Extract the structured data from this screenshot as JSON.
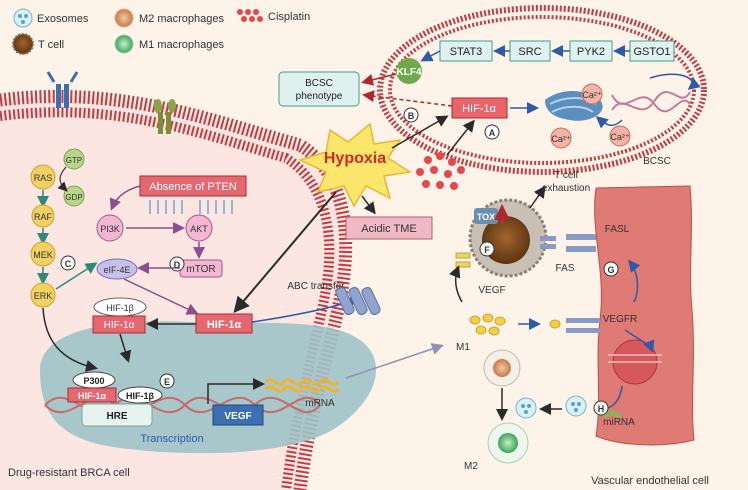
{
  "legend": {
    "exosomes": "Exosomes",
    "t_cell": "T cell",
    "m2": "M2 macrophages",
    "m1": "M1 macrophages",
    "cisplatin": "Cisplatin"
  },
  "bcsc": {
    "klf4": "KLF4",
    "stat3": "STAT3",
    "src": "SRC",
    "pyk2": "PYK2",
    "gsto1": "GSTO1",
    "phenotype_line1": "BCSC",
    "phenotype_line2": "phenotype",
    "hif1a": "HIF-1α",
    "ca": "Ca²⁺",
    "cell_label": "BCSC",
    "badge_a": "A",
    "badge_b": "B"
  },
  "hypoxia": "Hypoxia",
  "acidic_tme": "Acidic TME",
  "cell": {
    "ras": "RAS",
    "gtp": "GTP",
    "gdp": "GDP",
    "raf": "RAF",
    "mek": "MEK",
    "erk": "ERK",
    "absence_pten": "Absence of PTEN",
    "pi3k": "PI3K",
    "akt": "AKT",
    "mtor": "mTOR",
    "eif4e": "eIF-4E",
    "hif1b": "HIF-1β",
    "hif1a_small": "HIF-1α",
    "hif1a_main": "HIF-1α",
    "abc_transfer": "ABC transfer",
    "p300": "P300",
    "hif1a_nuc": "HIF-1α",
    "hif1b_nuc": "HIF-1β",
    "hre": "HRE",
    "vegf": "VEGF",
    "transcription": "Transcription",
    "mrna": "mRNA",
    "cell_label": "Drug-resistant BRCA cell",
    "badge_c": "C",
    "badge_d": "D",
    "badge_e": "E"
  },
  "tme": {
    "tox": "TOX",
    "t_exhaustion_line1": "T cell",
    "t_exhaustion_line2": "exhaustion",
    "fas": "FAS",
    "fasl": "FASL",
    "vegf": "VEGF",
    "vegfr": "VEGFR",
    "m1": "M1",
    "m2": "M2",
    "mirna": "miRNA",
    "endo_label": "Vascular endothelial cell",
    "badge_f": "F",
    "badge_g": "G",
    "badge_h": "H"
  }
}
